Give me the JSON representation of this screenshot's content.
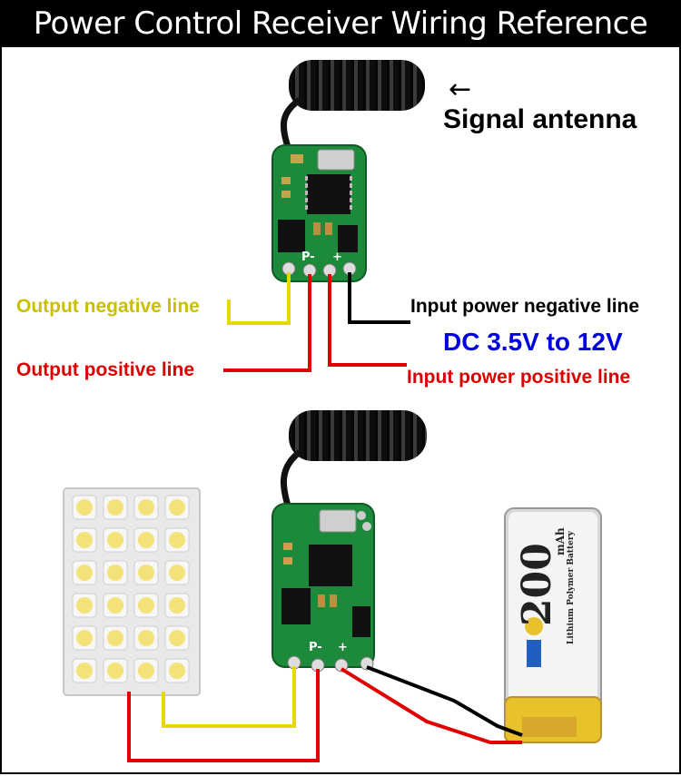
{
  "title": "Power Control Receiver Wiring Reference",
  "labels": {
    "signal_antenna": "Signal antenna",
    "arrow": "←",
    "output_negative": "Output negative line",
    "output_positive": "Output positive line",
    "input_negative": "Input power negative line",
    "input_voltage": "DC 3.5V to 12V",
    "input_positive": "Input power positive line"
  },
  "board": {
    "p_label": "P-",
    "plus_label": "+"
  },
  "battery": {
    "capacity": "200",
    "unit": "mAh",
    "type": "Lithium Polymer Battery"
  },
  "colors": {
    "yellow_wire": "#e6d800",
    "red_wire": "#e00000",
    "black_wire": "#000000",
    "pcb_green": "#1c8a3a",
    "battery_yellow": "#e8c22a"
  }
}
